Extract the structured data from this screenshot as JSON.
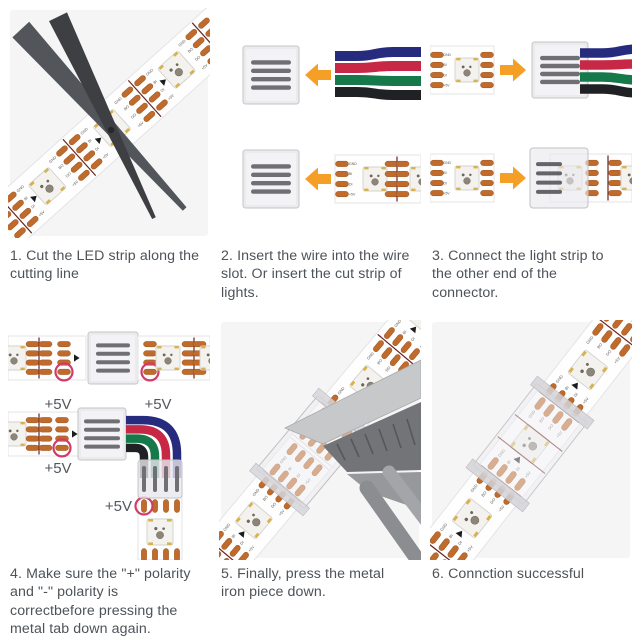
{
  "steps": [
    {
      "caption": "1. Cut the LED strip along the cutting line"
    },
    {
      "caption": "2. Insert the wire into the wire slot. Or insert the cut strip of lights."
    },
    {
      "caption": "3. Connect the light strip to the other end of the connector."
    },
    {
      "caption": "4. Make sure the \"+\" polarity and \"-\" polarity is correctbefore pressing the metal tab down again."
    },
    {
      "caption": "5. Finally, press the metal iron piece down."
    },
    {
      "caption": "6. Connction successful"
    }
  ],
  "annotations": {
    "plus_5v": "+5V"
  },
  "strip": {
    "pins_out": [
      "GND",
      "BO",
      "DO",
      "+5V"
    ],
    "pins_in": [
      "GND",
      "BI",
      "DI",
      "+5V"
    ]
  },
  "colors": {
    "page_bg": "#ffffff",
    "photo_bg": "#f5f5f6",
    "caption_text": "#4d5359",
    "pad": "#c06a2c",
    "pad_stroke": "#9a5620",
    "cut_line": "#6a2420",
    "arrow": "#f59f27",
    "wire_blue": "#262b7d",
    "wire_red": "#c62846",
    "wire_green": "#15794a",
    "wire_black": "#202124",
    "circle_mark": "#d23a68",
    "plus5v_text": "#53575c",
    "connector_fill": "#ebebee",
    "connector_stroke": "#c4c4c7",
    "slot": "#6f6f74",
    "metal_light": "#c7c8ca",
    "metal_mid": "#97989b",
    "metal_dark": "#3d3f43",
    "blade": "#52555a",
    "chip_body": "#f4f2ee",
    "chip_border": "#d3d1cc"
  }
}
